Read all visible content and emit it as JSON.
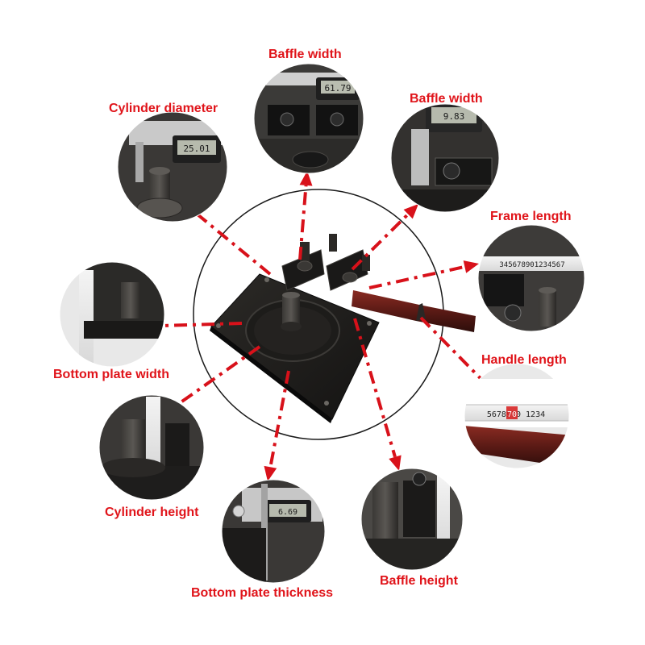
{
  "colors": {
    "label": "#e0141a",
    "arrow": "#d8111a",
    "circle": "#1a1a1a",
    "background": "#ffffff"
  },
  "center": {
    "name": "bending-machine"
  },
  "callouts": [
    {
      "id": "baffle-width-top",
      "label": "Baffle width",
      "photo": "caliper-on-baffle",
      "readout": "61.79"
    },
    {
      "id": "baffle-width-right",
      "label": "Baffle width",
      "photo": "caliper-on-baffle-slot",
      "readout": "9.83"
    },
    {
      "id": "frame-length",
      "label": "Frame length",
      "photo": "tape-on-frame",
      "readout": ""
    },
    {
      "id": "handle-length",
      "label": "Handle length",
      "photo": "tape-on-handle",
      "readout": "70"
    },
    {
      "id": "baffle-height",
      "label": "Baffle height",
      "photo": "tape-on-baffle",
      "readout": ""
    },
    {
      "id": "bottom-plate-thickness",
      "label": "Bottom plate thickness",
      "photo": "caliper-on-plate",
      "readout": "6.69"
    },
    {
      "id": "cylinder-height",
      "label": "Cylinder height",
      "photo": "tape-on-cylinder",
      "readout": ""
    },
    {
      "id": "bottom-plate-width",
      "label": "Bottom plate width",
      "photo": "tape-on-plate",
      "readout": ""
    },
    {
      "id": "cylinder-diameter",
      "label": "Cylinder diameter",
      "photo": "caliper-on-cylinder",
      "readout": "25.01"
    }
  ]
}
